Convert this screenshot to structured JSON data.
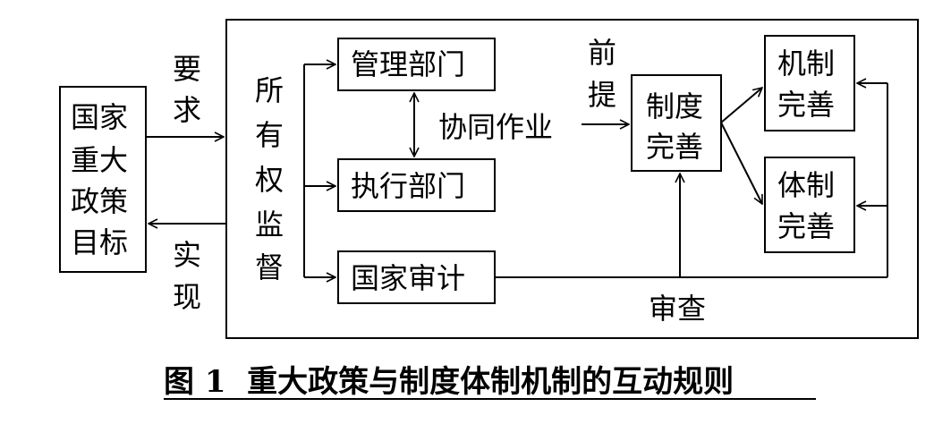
{
  "nodes": {
    "national_goal": [
      "国家",
      "重大",
      "政策",
      "目标"
    ],
    "management_dept": "管理部门",
    "execution_dept": "执行部门",
    "national_audit": "国家审计",
    "system_improve": [
      "制度",
      "完善"
    ],
    "mechanism_improve": [
      "机制",
      "完善"
    ],
    "institution_improve": [
      "体制",
      "完善"
    ]
  },
  "labels": {
    "require": [
      "要",
      "求"
    ],
    "realize": [
      "实",
      "现"
    ],
    "ownership_supervision": [
      "所",
      "有",
      "权",
      "监",
      "督"
    ],
    "collaboration": "协同作业",
    "premise": [
      "前",
      "提"
    ],
    "review": "审查"
  },
  "caption": "图 1  重大政策与制度体制机制的互动规则"
}
